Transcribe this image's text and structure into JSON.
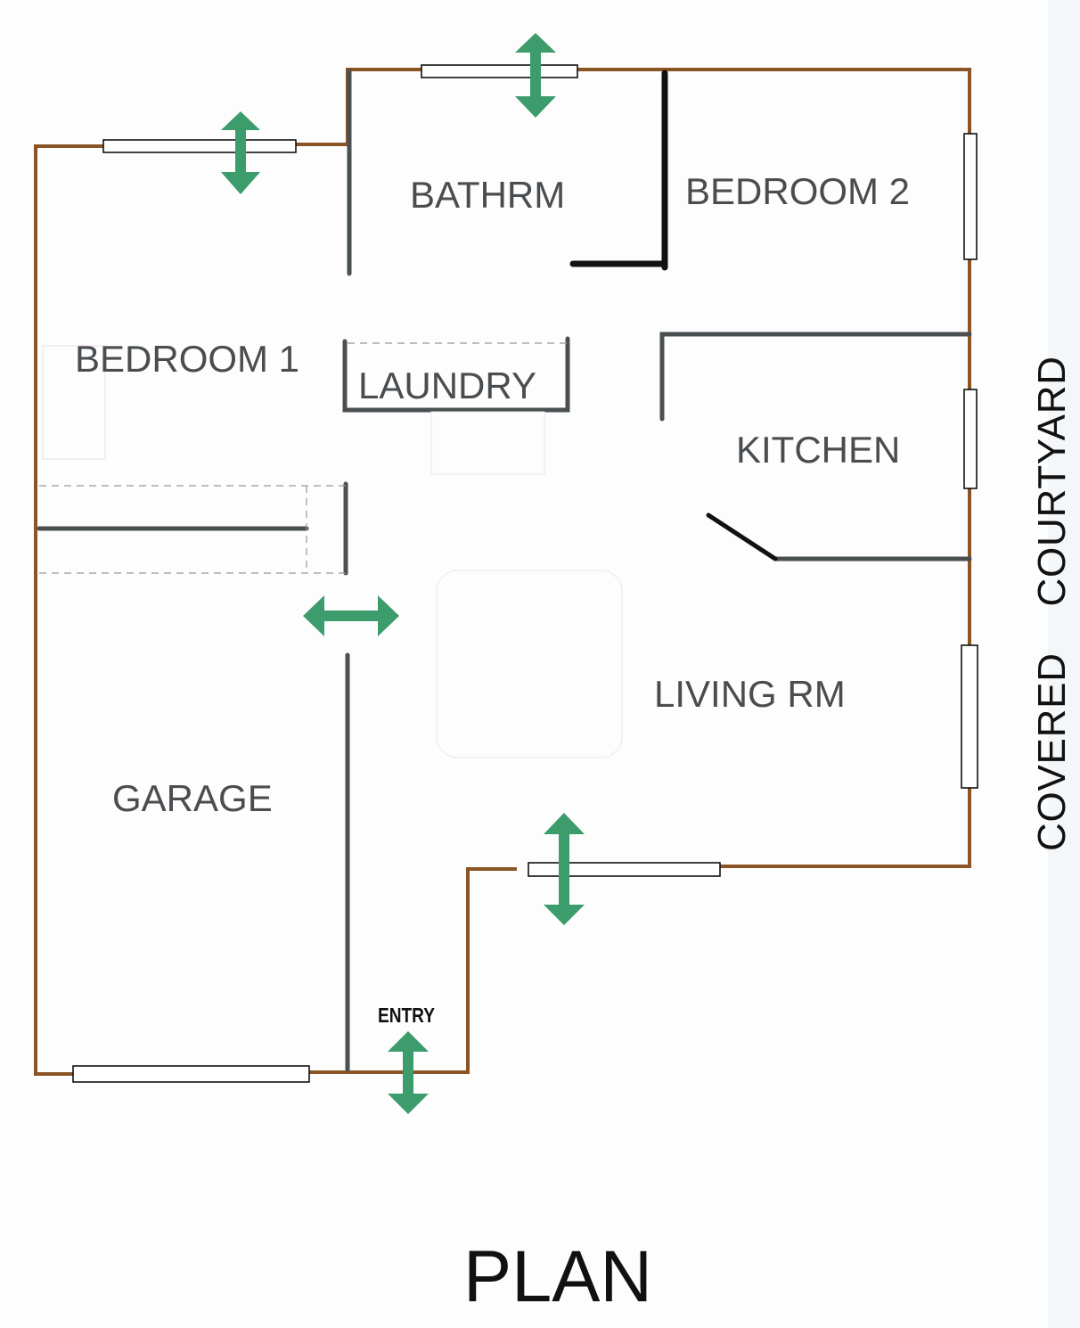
{
  "title": "PLAN",
  "rooms": {
    "bathroom": "BATHRM",
    "bedroom2": "BEDROOM 2",
    "bedroom1": "BEDROOM 1",
    "laundry": "LAUNDRY",
    "kitchen": "KITCHEN",
    "living": "LIVING RM",
    "garage": "GARAGE"
  },
  "entry_label": "ENTRY",
  "courtyard_label": "COVERED    COURTYARD",
  "colors": {
    "exterior_wall": "#8a5424",
    "interior_wall": "#4a4f52",
    "door_arrow": "#3d9c6c"
  }
}
